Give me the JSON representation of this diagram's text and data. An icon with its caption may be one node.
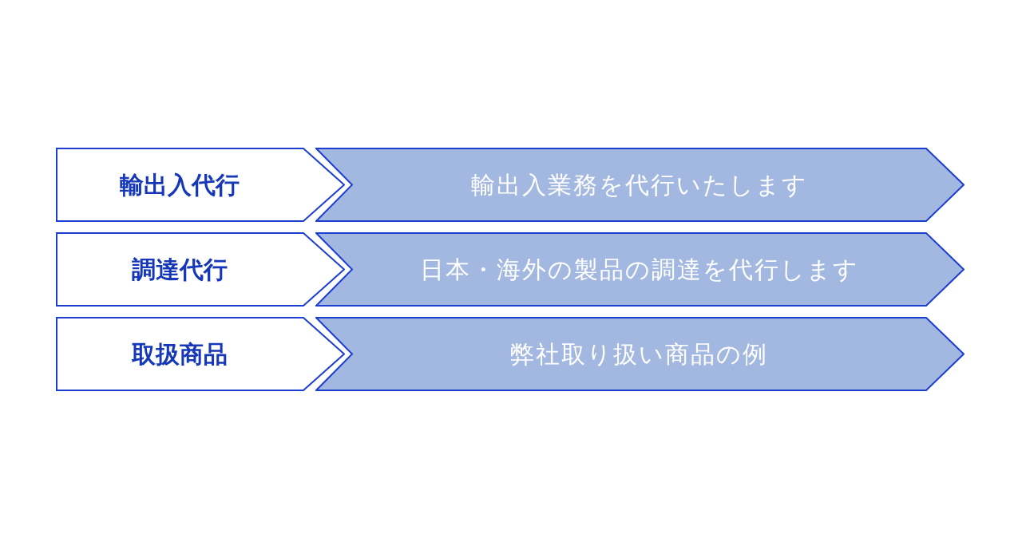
{
  "diagram": {
    "nodes": [
      {
        "text": [
          "輸出入代行"
        ]
      },
      {
        "text": [
          "輸出入業務を代行いたします"
        ]
      },
      {
        "text": [
          "調達代行"
        ]
      },
      {
        "text": [
          "日本・海外の製品の調達を代行します"
        ]
      },
      {
        "text": [
          "取扱商品"
        ]
      },
      {
        "text": [
          "弊社取り扱い商品の例"
        ]
      }
    ]
  }
}
